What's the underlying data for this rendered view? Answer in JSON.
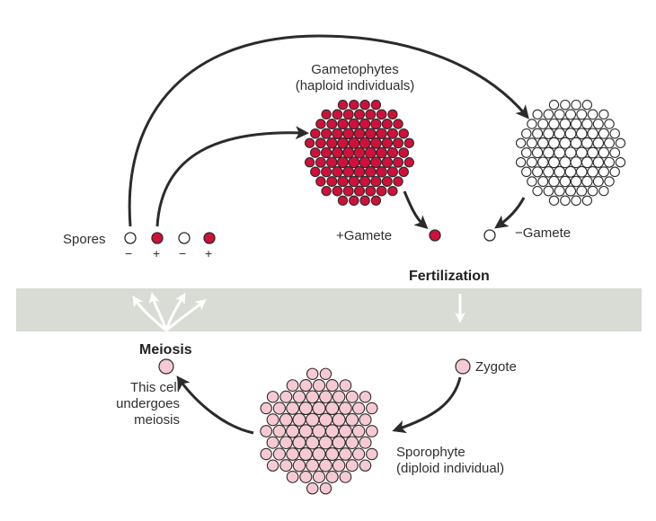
{
  "title": "",
  "gametophytes": {
    "line1": "Gametophytes",
    "line2": "(haploid individuals)"
  },
  "spores": {
    "label": "Spores",
    "signs": [
      "−",
      "+",
      "−",
      "+"
    ]
  },
  "plus_gamete": "+Gamete",
  "minus_gamete": "−Gamete",
  "fertilization": "Fertilization",
  "meiosis": "Meiosis",
  "meiosis_note": {
    "line1": "This cell",
    "line2": "undergoes",
    "line3": "meiosis"
  },
  "zygote": "Zygote",
  "sporophyte": {
    "line1": "Sporophyte",
    "line2": "(diploid individual)"
  },
  "colors": {
    "haploid_plus": "#d0103a",
    "haploid_minus": "#ffffff",
    "diploid": "#f6c9d3",
    "band": "#d8dcd4",
    "arrow": "#2b2b2b"
  }
}
